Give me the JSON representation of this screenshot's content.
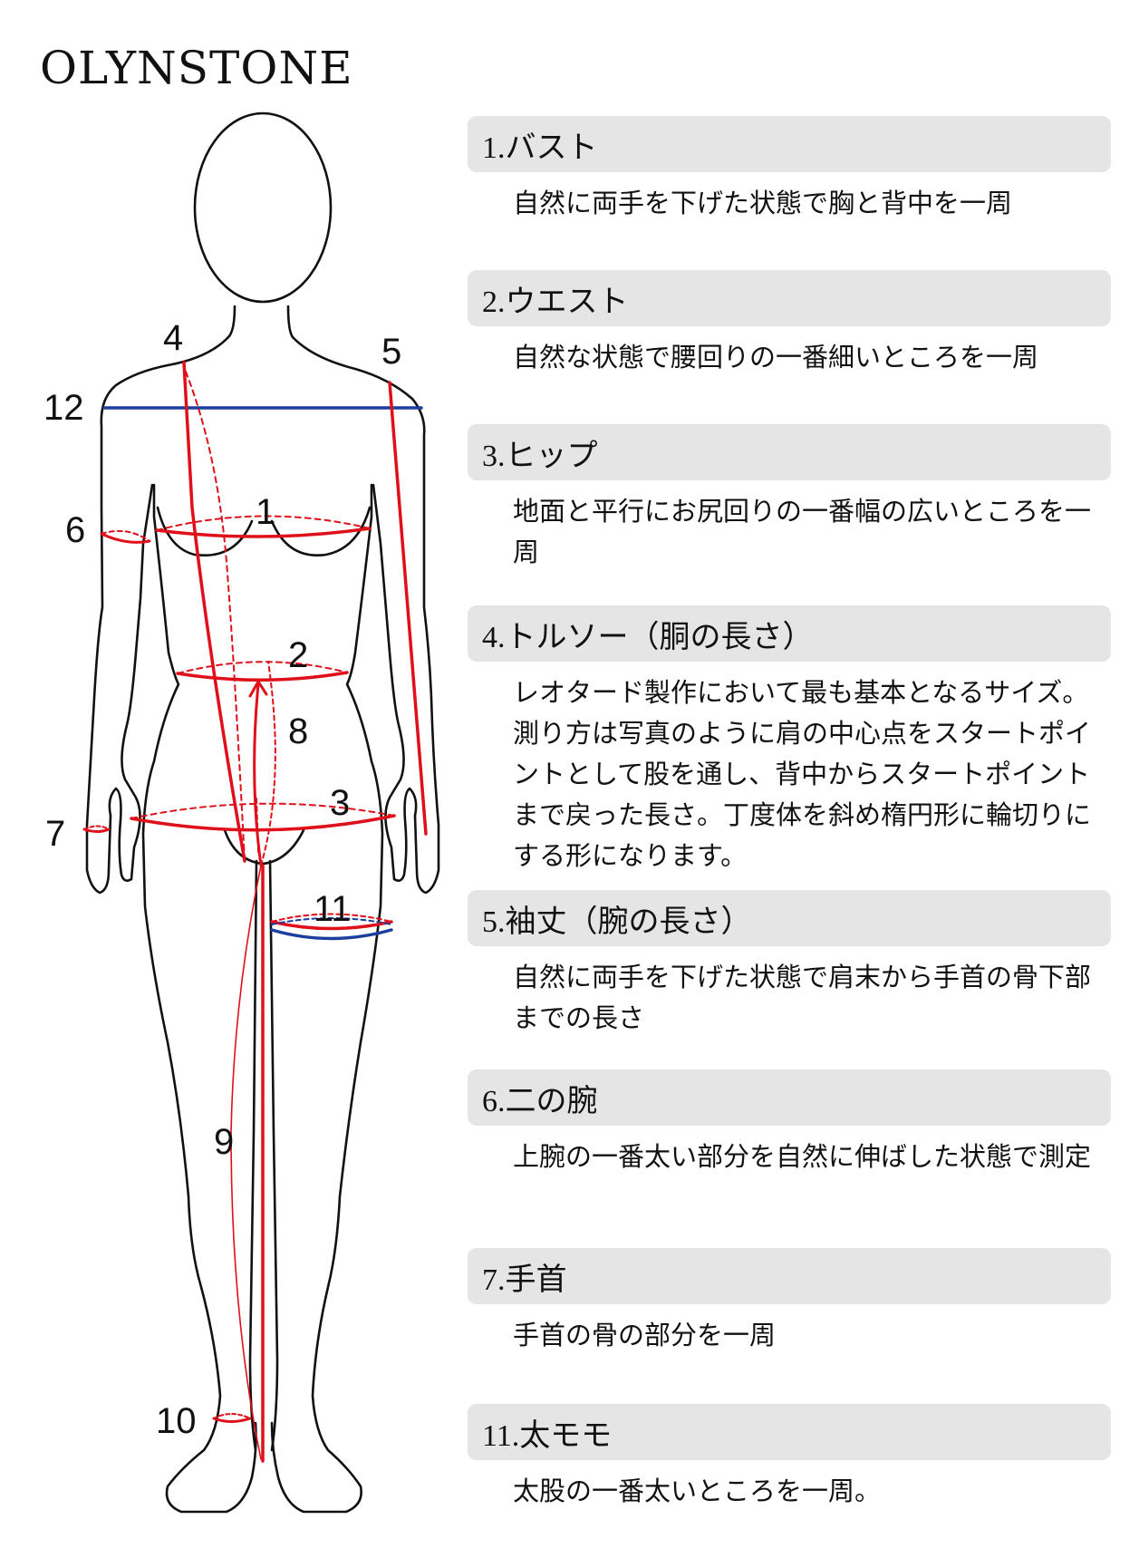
{
  "brand": {
    "logo_text": "OLYNSTONE"
  },
  "figure": {
    "labels": [
      {
        "id": "4",
        "text": "4"
      },
      {
        "id": "5",
        "text": "5"
      },
      {
        "id": "12",
        "text": "12"
      },
      {
        "id": "6",
        "text": "6"
      },
      {
        "id": "1",
        "text": "1"
      },
      {
        "id": "2",
        "text": "2"
      },
      {
        "id": "8",
        "text": "8"
      },
      {
        "id": "7",
        "text": "7"
      },
      {
        "id": "3",
        "text": "3"
      },
      {
        "id": "11",
        "text": "11"
      },
      {
        "id": "9",
        "text": "9"
      },
      {
        "id": "10",
        "text": "10"
      }
    ],
    "colors": {
      "outline": "#111111",
      "measure_red": "#e0101a",
      "measure_blue": "#1a3f9e"
    }
  },
  "sections": [
    {
      "number": "1.",
      "title": "バスト",
      "description": "自然に両手を下げた状態で胸と背中を一周"
    },
    {
      "number": "2.",
      "title": "ウエスト",
      "description": "自然な状態で腰回りの一番細いところを一周"
    },
    {
      "number": "3.",
      "title": "ヒップ",
      "description": "地面と平行にお尻回りの一番幅の広いところを一周"
    },
    {
      "number": "4.",
      "title": "トルソー（胴の長さ）",
      "description": "レオタード製作において最も基本となるサイズ。測り方は写真のように肩の中心点をスタートポイントとして股を通し、背中からスタートポイントまで戻った長さ。丁度体を斜め楕円形に輪切りにする形になります。"
    },
    {
      "number": "5.",
      "title": "袖丈（腕の長さ）",
      "description": "自然に両手を下げた状態で肩末から手首の骨下部までの長さ"
    },
    {
      "number": "6.",
      "title": "二の腕",
      "description": "上腕の一番太い部分を自然に伸ばした状態で測定"
    },
    {
      "number": "7.",
      "title": "手首",
      "description": "手首の骨の部分を一周"
    },
    {
      "number": "11.",
      "title": "太モモ",
      "description": "太股の一番太いところを一周。"
    }
  ],
  "card_color": "#e5e5e5"
}
